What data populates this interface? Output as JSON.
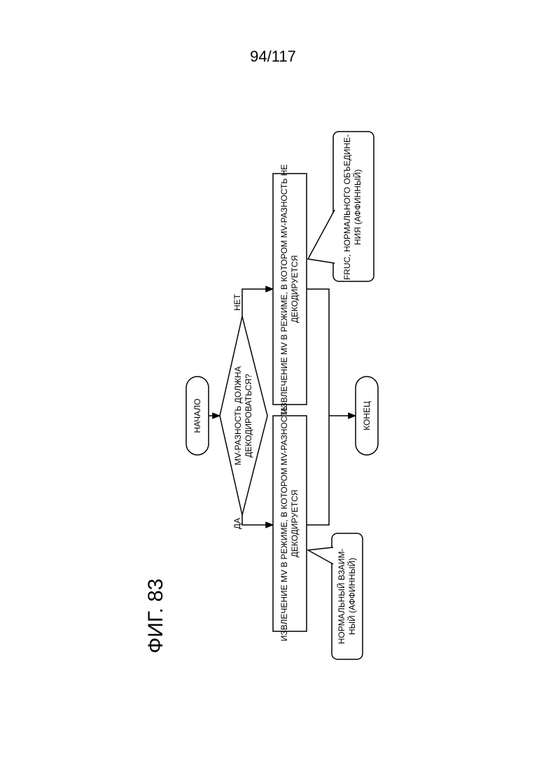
{
  "page_number": "94/117",
  "figure_label": "ФИГ. 83",
  "start_label": "НАЧАЛО",
  "decision": {
    "line1": "MV-РАЗНОСТЬ ДОЛЖНА",
    "line2": "ДЕКОДИРОВАТЬСЯ?",
    "yes_label": "ДА",
    "no_label": "НЕТ"
  },
  "process_yes": {
    "line1": "ИЗВЛЕЧЕНИЕ MV В РЕЖИМЕ, В КОТОРОМ MV-РАЗНОСТЬ",
    "line2": "ДЕКОДИРУЕТСЯ"
  },
  "process_no": {
    "line1": "ИЗВЛЕЧЕНИЕ MV В РЕЖИМЕ, В КОТОРОМ MV-РАЗНОСТЬ НЕ",
    "line2": "ДЕКОДИРУЕТСЯ"
  },
  "callout_yes": {
    "line1": "НОРМАЛЬНЫЙ ВЗАИМ-",
    "line2": "НЫЙ (АФФИННЫЙ)"
  },
  "callout_no": {
    "line1": "FRUC, НОРМАЛЬНОГО ОБЪЕДИНЕ-",
    "line2": "НИЯ (АФФИННЫЙ)"
  },
  "end_label": "КОНЕЦ"
}
